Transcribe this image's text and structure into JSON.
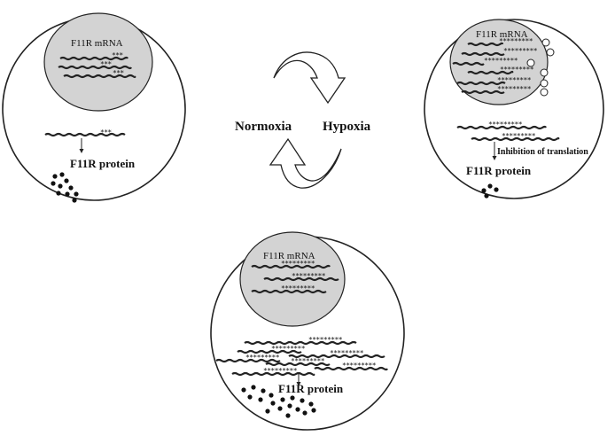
{
  "normoxia_cell": {
    "mrna_label": "F11R mRNA",
    "protein_label": "F11R protein",
    "tail": "***"
  },
  "hypoxia_cell": {
    "mrna_label": "F11R mRNA",
    "protein_label": "F11R protein",
    "inhibition_label": "Inhibition of translation",
    "tail": "*********"
  },
  "bottom_cell": {
    "mrna_label": "F11R mRNA",
    "protein_label": "F11R protein",
    "tail": "*********"
  },
  "cycle": {
    "left_label": "Normoxia",
    "right_label": "Hypoxia"
  }
}
